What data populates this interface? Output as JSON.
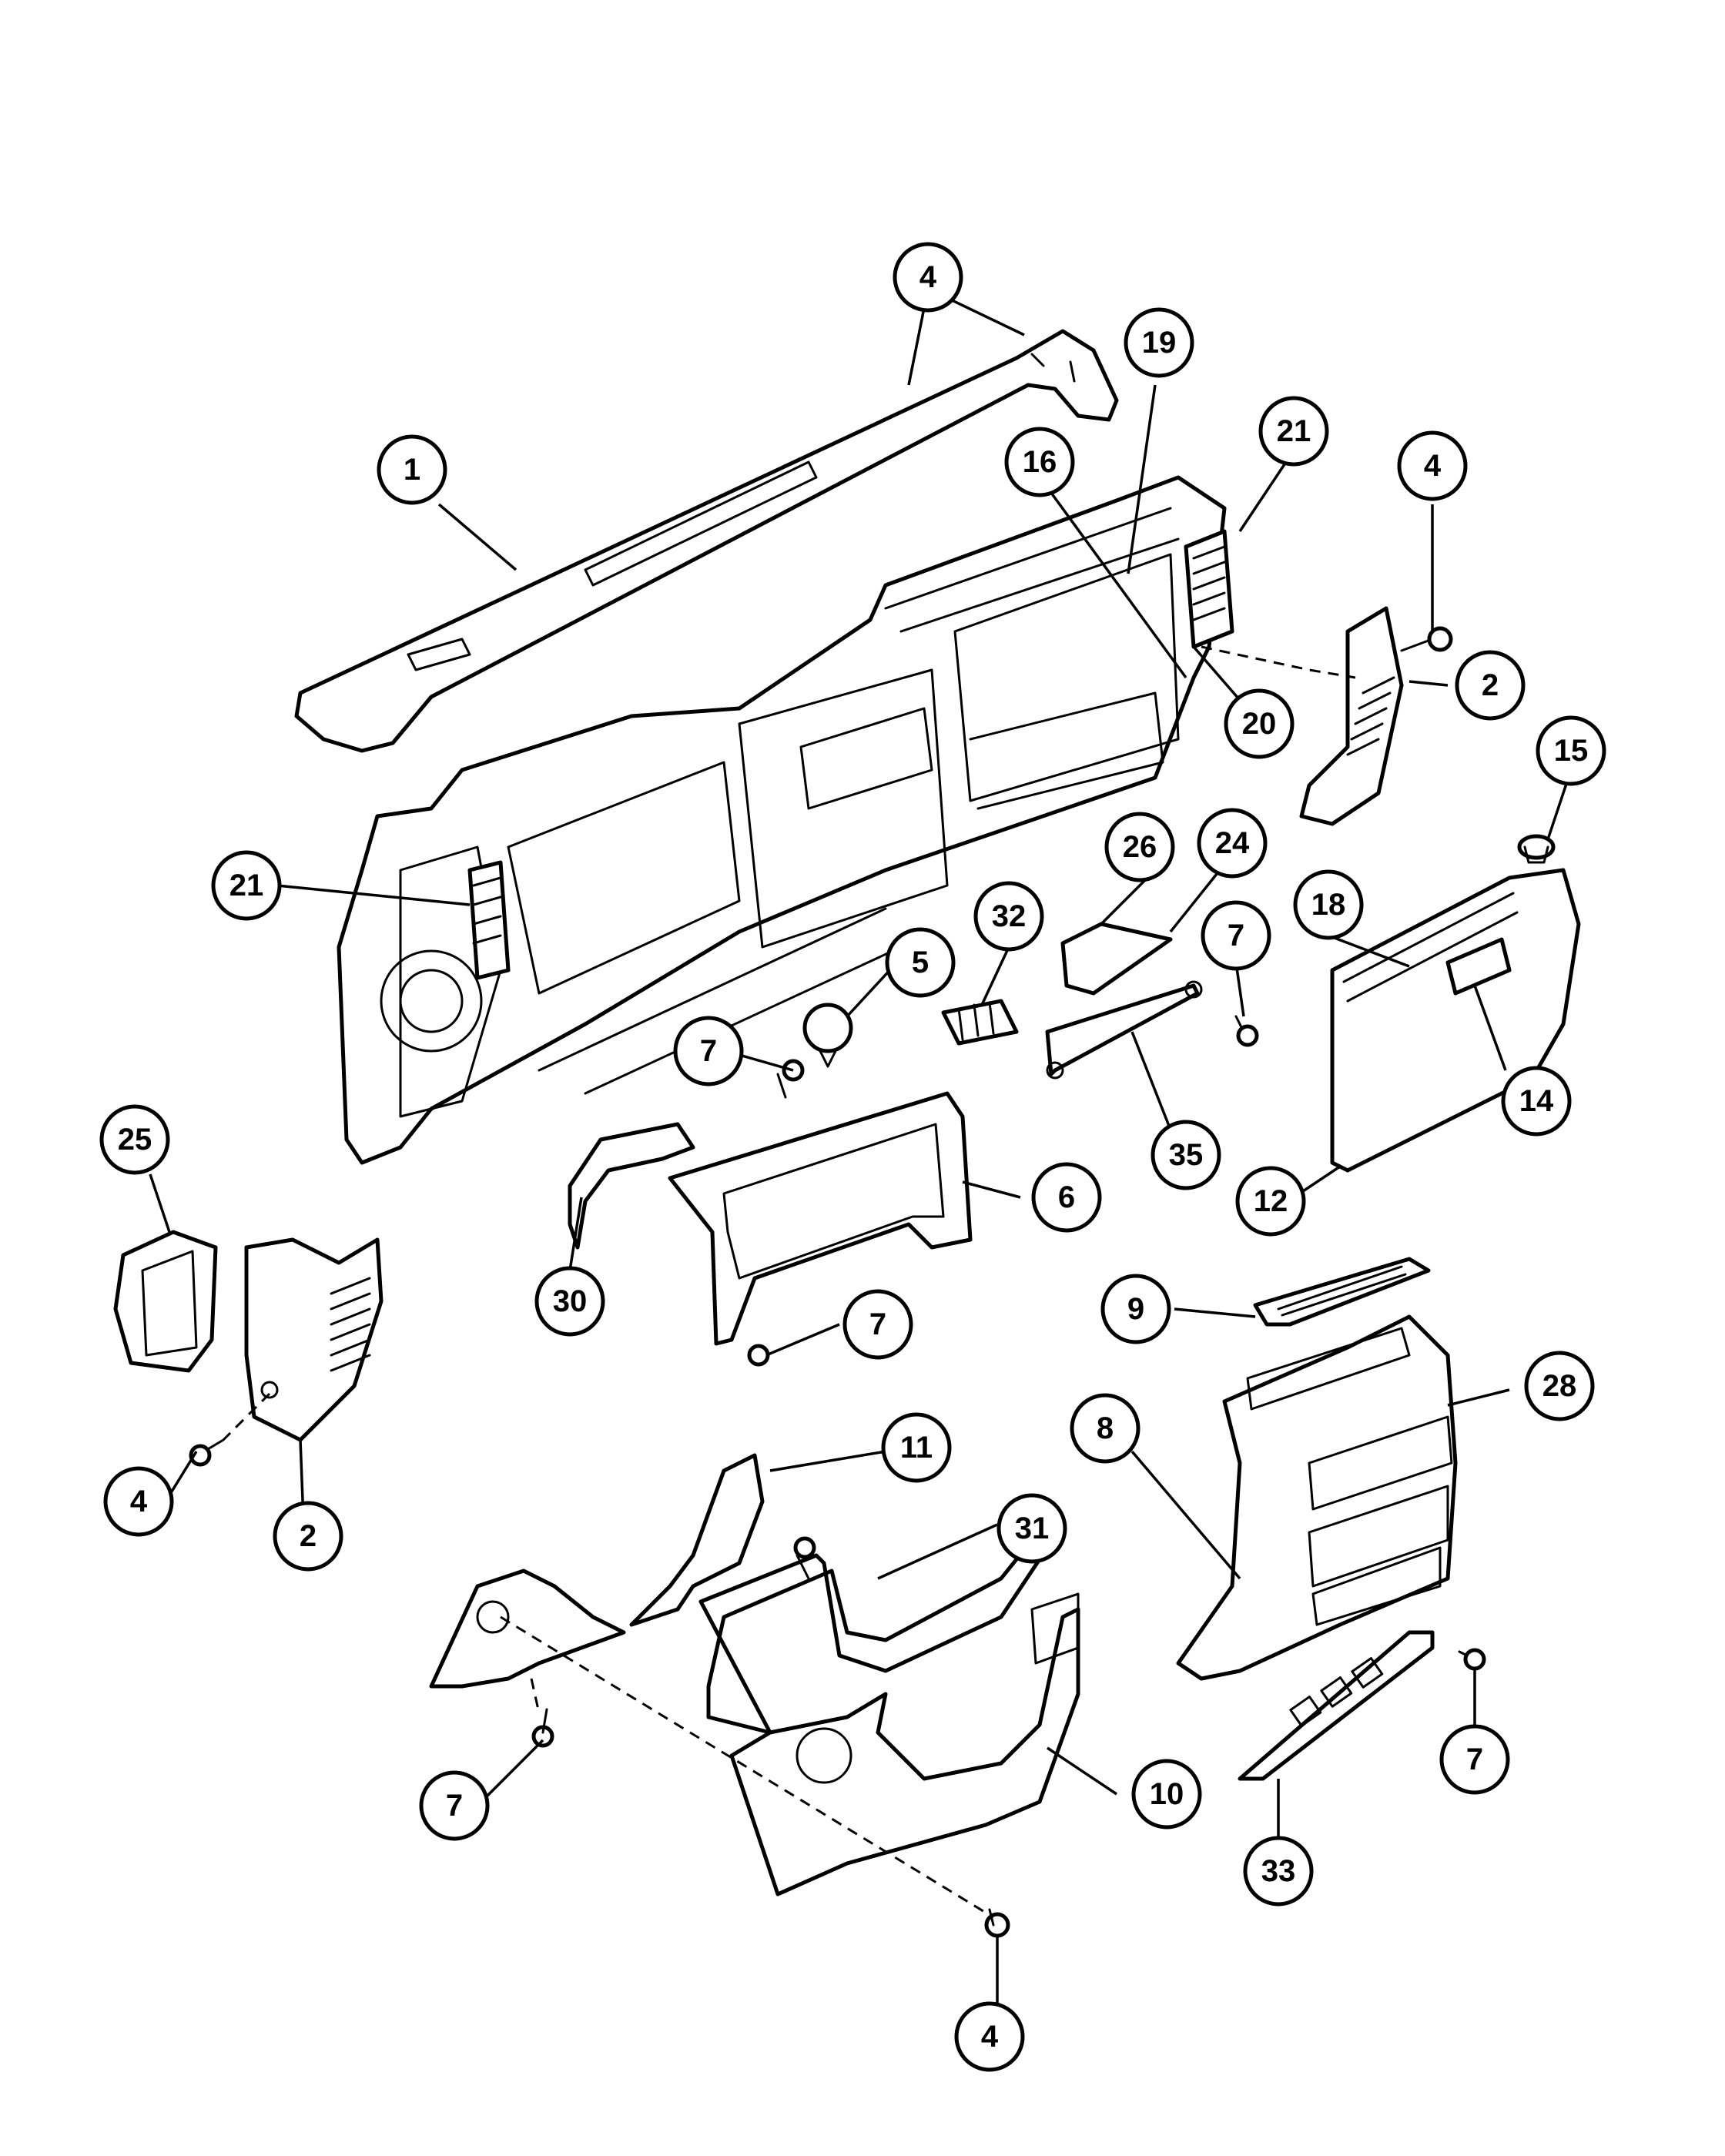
{
  "callouts": [
    {
      "label": "1"
    },
    {
      "label": "4"
    },
    {
      "label": "19"
    },
    {
      "label": "16"
    },
    {
      "label": "21"
    },
    {
      "label": "4"
    },
    {
      "label": "2"
    },
    {
      "label": "20"
    },
    {
      "label": "15"
    },
    {
      "label": "21"
    },
    {
      "label": "26"
    },
    {
      "label": "24"
    },
    {
      "label": "32"
    },
    {
      "label": "18"
    },
    {
      "label": "7"
    },
    {
      "label": "5"
    },
    {
      "label": "7"
    },
    {
      "label": "14"
    },
    {
      "label": "35"
    },
    {
      "label": "25"
    },
    {
      "label": "6"
    },
    {
      "label": "12"
    },
    {
      "label": "30"
    },
    {
      "label": "7"
    },
    {
      "label": "9"
    },
    {
      "label": "28"
    },
    {
      "label": "8"
    },
    {
      "label": "11"
    },
    {
      "label": "4"
    },
    {
      "label": "2"
    },
    {
      "label": "31"
    },
    {
      "label": "10"
    },
    {
      "label": "7"
    },
    {
      "label": "7"
    },
    {
      "label": "33"
    },
    {
      "label": "4"
    }
  ]
}
